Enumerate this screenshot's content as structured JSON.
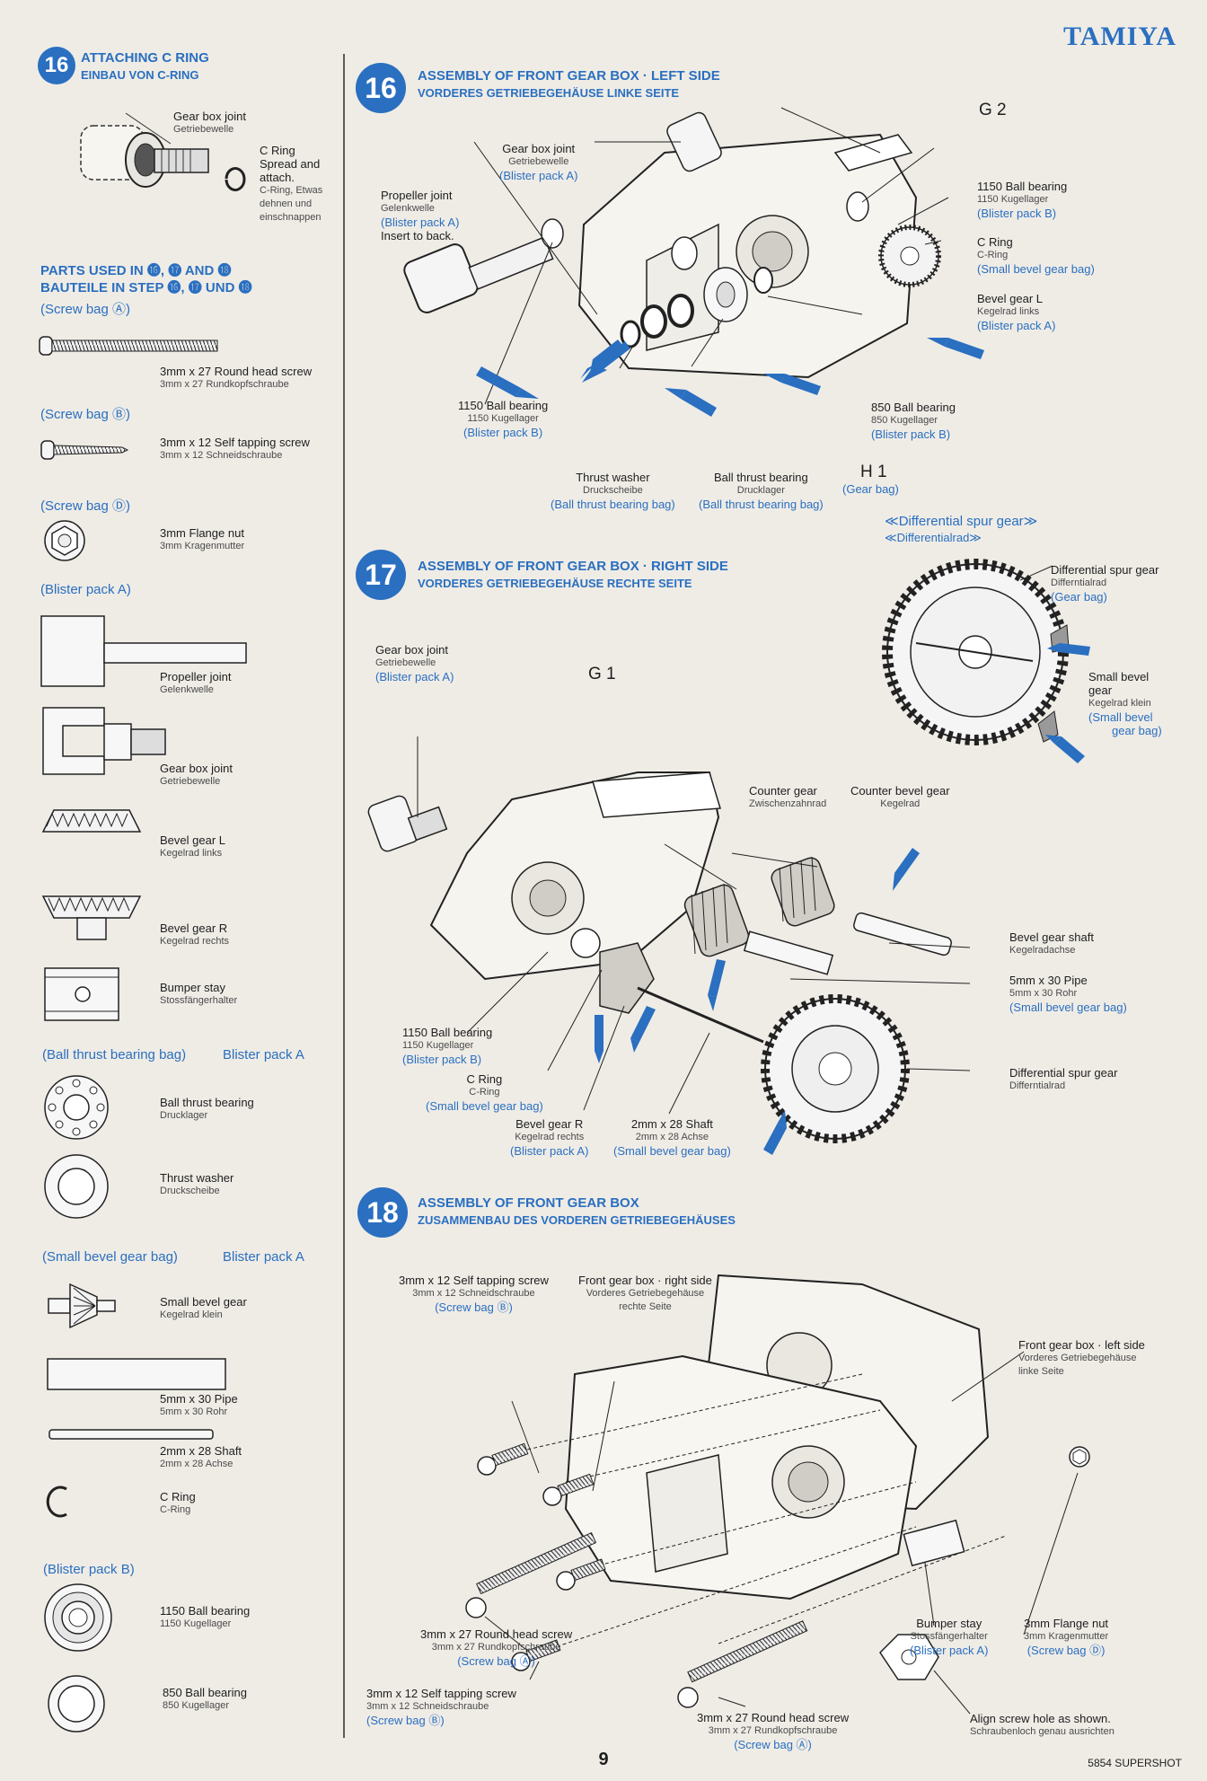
{
  "brand": "TAMIYA",
  "page_number": "9",
  "model_code": "5854 SUPERSHOT",
  "step16c": {
    "number": "16",
    "title_en": "ATTACHING C RING",
    "title_de": "EINBAU VON C-RING",
    "labels": {
      "gbj_en": "Gear box joint",
      "gbj_de": "Getriebewelle",
      "cring_en1": "C Ring",
      "cring_en2": "Spread and",
      "cring_en3": "attach.",
      "cring_de1": "C-Ring, Etwas",
      "cring_de2": "dehnen und",
      "cring_de3": "einschnappen"
    }
  },
  "parts": {
    "header_en": "PARTS USED IN ⓰, ⓱ AND ⓲",
    "header_de": "BAUTEILE IN STEP ⓰, ⓱ UND ⓲",
    "bag_screw_a": "(Screw bag Ⓐ)",
    "bag_screw_b": "(Screw bag Ⓑ)",
    "bag_screw_d": "(Screw bag Ⓓ)",
    "bag_blister_a": "(Blister pack A)",
    "bag_ball_thrust": "(Ball thrust bearing bag)",
    "bag_blister_a2": "Blister pack A",
    "bag_small_bevel": "(Small bevel gear bag)",
    "bag_blister_a3": "Blister pack A",
    "bag_blister_b": "(Blister pack B)",
    "items": [
      {
        "en": "3mm x 27 Round head screw",
        "de": "3mm x 27 Rundkopfschraube"
      },
      {
        "en": "3mm x 12 Self tapping screw",
        "de": "3mm x 12 Schneidschraube"
      },
      {
        "en": "3mm Flange nut",
        "de": "3mm Kragenmutter"
      },
      {
        "en": "Propeller joint",
        "de": "Gelenkwelle"
      },
      {
        "en": "Gear box joint",
        "de": "Getriebewelle"
      },
      {
        "en": "Bevel gear L",
        "de": "Kegelrad links"
      },
      {
        "en": "Bevel gear R",
        "de": "Kegelrad rechts"
      },
      {
        "en": "Bumper stay",
        "de": "Stossfängerhalter"
      },
      {
        "en": "Ball thrust bearing",
        "de": "Drucklager"
      },
      {
        "en": "Thrust washer",
        "de": "Druckscheibe"
      },
      {
        "en": "Small bevel gear",
        "de": "Kegelrad klein"
      },
      {
        "en": "5mm x 30 Pipe",
        "de": "5mm x 30 Rohr"
      },
      {
        "en": "2mm x 28 Shaft",
        "de": "2mm x 28 Achse"
      },
      {
        "en": "C Ring",
        "de": "C-Ring"
      },
      {
        "en": "1150 Ball bearing",
        "de": "1150 Kugellager"
      },
      {
        "en": "850 Ball bearing",
        "de": "850 Kugellager"
      }
    ]
  },
  "step16": {
    "number": "16",
    "title_en": "ASSEMBLY OF FRONT GEAR BOX · LEFT SIDE",
    "title_de": "VORDERES GETRIEBEGEHÄUSE LINKE SEITE",
    "g2": "G 2",
    "h1": "H 1",
    "h1_bag": "(Gear bag)",
    "gbj": {
      "en": "Gear box joint",
      "de": "Getriebewelle",
      "bag": "(Blister pack A)"
    },
    "pj": {
      "en": "Propeller joint",
      "de": "Gelenkwelle",
      "bag": "(Blister pack A)",
      "note": "Insert to back."
    },
    "bb1150a": {
      "en": "1150 Ball bearing",
      "de": "1150 Kugellager",
      "bag": "(Blister pack B)"
    },
    "cring": {
      "en": "C Ring",
      "de": "C-Ring",
      "bag": "(Small bevel gear bag)"
    },
    "bevel_l": {
      "en": "Bevel gear L",
      "de": "Kegelrad links",
      "bag": "(Blister pack A)"
    },
    "bb1150b": {
      "en": "1150 Ball bearing",
      "de": "1150 Kugellager",
      "bag": "(Blister pack B)"
    },
    "bb850": {
      "en": "850 Ball bearing",
      "de": "850 Kugellager",
      "bag": "(Blister pack B)"
    },
    "tw": {
      "en": "Thrust washer",
      "de": "Druckscheibe",
      "bag": "(Ball thrust bearing bag)"
    },
    "btb": {
      "en": "Ball thrust bearing",
      "de": "Drucklager",
      "bag": "(Ball thrust bearing bag)"
    }
  },
  "diff": {
    "title_en": "≪Differential spur gear≫",
    "title_de": "≪Differentialrad≫",
    "dsg": {
      "en": "Differential spur gear",
      "de": "Differntialrad",
      "bag": "(Gear bag)"
    },
    "sbg": {
      "en1": "Small bevel",
      "en2": "gear",
      "de": "Kegelrad klein",
      "bag1": "(Small bevel",
      "bag2": "gear bag)"
    }
  },
  "step17": {
    "number": "17",
    "title_en": "ASSEMBLY OF FRONT GEAR BOX · RIGHT SIDE",
    "title_de": "VORDERES GETRIEBEGEHÄUSE RECHTE SEITE",
    "g1": "G 1",
    "gbj": {
      "en": "Gear box joint",
      "de": "Getriebewelle",
      "bag": "(Blister pack A)"
    },
    "counter": {
      "en": "Counter gear",
      "de": "Zwischenzahnrad"
    },
    "counter_bevel": {
      "en": "Counter bevel gear",
      "de": "Kegelrad"
    },
    "shaft": {
      "en": "Bevel gear shaft",
      "de": "Kegelradachse"
    },
    "pipe": {
      "en": "5mm x 30 Pipe",
      "de": "5mm x 30 Rohr",
      "bag": "(Small bevel gear bag)"
    },
    "bb": {
      "en": "1150 Ball bearing",
      "de": "1150 Kugellager",
      "bag": "(Blister pack B)"
    },
    "cring": {
      "en": "C Ring",
      "de": "C-Ring",
      "bag": "(Small bevel gear bag)"
    },
    "bevel_r": {
      "en": "Bevel gear R",
      "de": "Kegelrad rechts",
      "bag": "(Blister pack A)"
    },
    "shaft2": {
      "en": "2mm x 28 Shaft",
      "de": "2mm x 28 Achse",
      "bag": "(Small bevel gear bag)"
    },
    "dsg": {
      "en": "Differential spur gear",
      "de": "Differntialrad"
    }
  },
  "step18": {
    "number": "18",
    "title_en": "ASSEMBLY OF FRONT GEAR BOX",
    "title_de": "ZUSAMMENBAU DES VORDEREN GETRIEBEGEHÄUSES",
    "sts1": {
      "en": "3mm x 12 Self tapping screw",
      "de": "3mm x 12 Schneidschraube",
      "bag": "(Screw bag Ⓑ)"
    },
    "fgr": {
      "en": "Front gear box · right side",
      "de1": "Vorderes Getriebegehäuse",
      "de2": "rechte Seite"
    },
    "fgl": {
      "en": "Front gear box · left side",
      "de1": "Vorderes Getriebegehäuse",
      "de2": "linke Seite"
    },
    "rhs1": {
      "en": "3mm x 27 Round head screw",
      "de": "3mm x 27 Rundkopfschraube",
      "bag": "(Screw bag Ⓐ)"
    },
    "sts2": {
      "en": "3mm x 12 Self tapping screw",
      "de": "3mm x 12 Schneidschraube",
      "bag": "(Screw bag Ⓑ)"
    },
    "rhs2": {
      "en": "3mm x 27 Round head screw",
      "de": "3mm x 27 Rundkopfschraube",
      "bag": "(Screw bag Ⓐ)"
    },
    "bumper": {
      "en": "Bumper stay",
      "de": "Stossfängerhalter",
      "bag": "(Blister pack A)"
    },
    "nut": {
      "en": "3mm Flange nut",
      "de": "3mm Kragenmutter",
      "bag": "(Screw bag Ⓓ)"
    },
    "align": {
      "en": "Align screw hole as shown.",
      "de": "Schraubenloch genau ausrichten"
    }
  }
}
